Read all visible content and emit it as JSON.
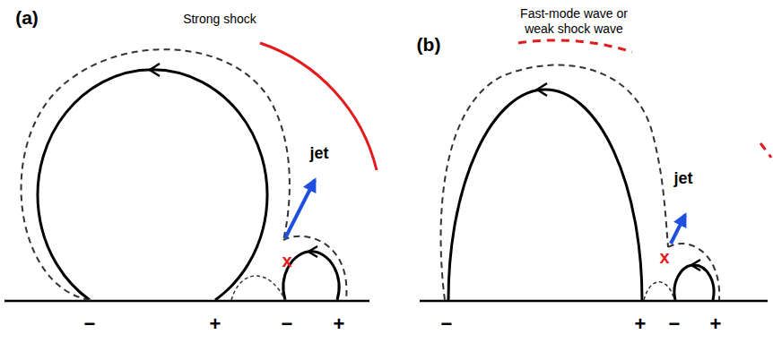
{
  "diagram": {
    "labels": [
      "(a)",
      "Strong shock",
      "jet",
      "x",
      "−",
      "+",
      "−",
      "+",
      "(b)",
      "Fast-mode wave or weak shock wave",
      "jet",
      "x",
      "−",
      "+",
      "−",
      "+"
    ]
  }
}
